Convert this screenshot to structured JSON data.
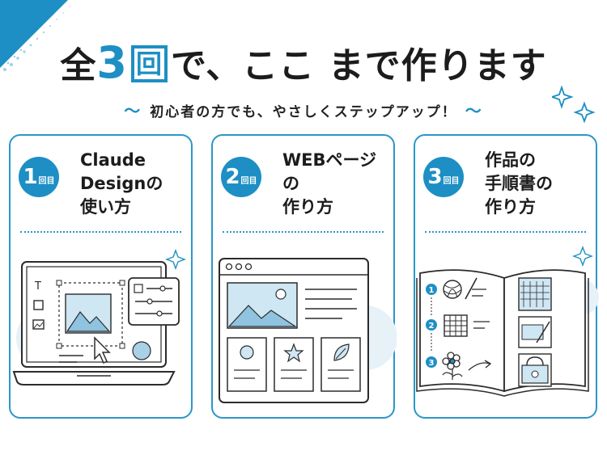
{
  "header": {
    "title_pre": "全",
    "title_num": "3",
    "title_kai": "回",
    "title_post": "で、ここ まで作ります",
    "subtitle": "初心者の方でも、やさしくステップアップ！",
    "tilde": "〜"
  },
  "cards": [
    {
      "num": "1",
      "kai": "回目",
      "title": "Claude\nDesignの\n使い方"
    },
    {
      "num": "2",
      "kai": "回目",
      "title": "WEBページの\n作り方"
    },
    {
      "num": "3",
      "kai": "回目",
      "title": "作品の\n手順書の\n作り方"
    }
  ],
  "manual_steps": [
    "1",
    "2",
    "3"
  ],
  "colors": {
    "accent": "#1d8fc4",
    "pale": "#e6f1f8",
    "ink": "#2b2b2b"
  }
}
